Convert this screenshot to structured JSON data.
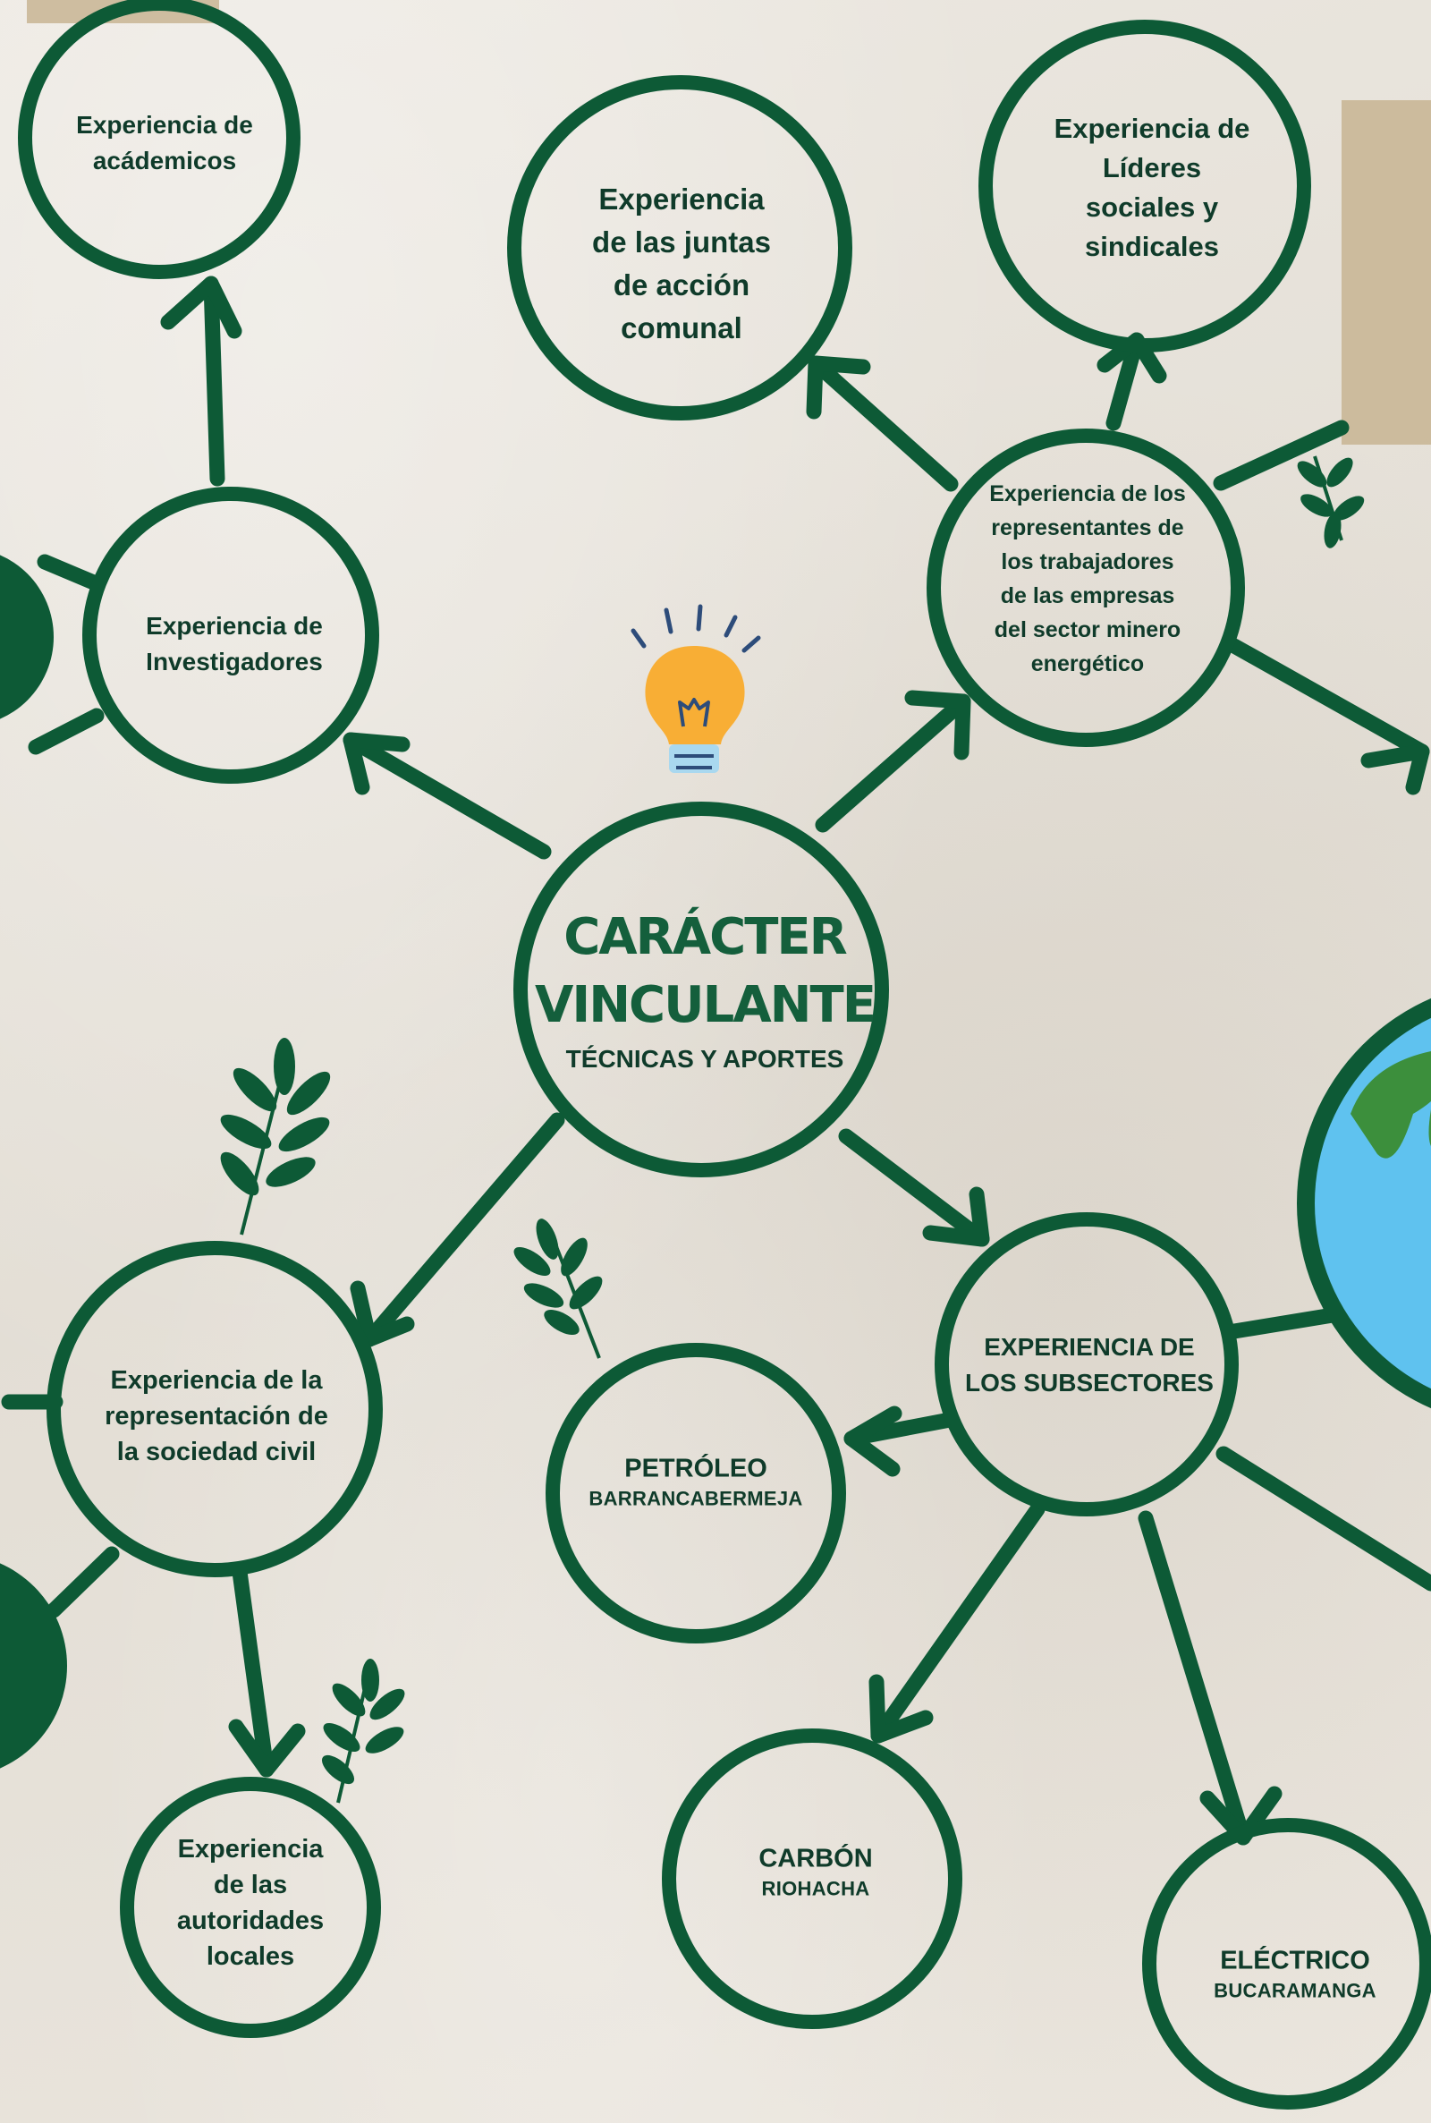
{
  "colors": {
    "green": "#0d5a36",
    "paper": "#e9e4dc",
    "bulb": "#f8ae35",
    "earth_water": "#5fc2ef",
    "earth_land": "#3c8f3c",
    "tape": "#c4b08c",
    "text": "#0f3b2a"
  },
  "center": {
    "title_line1": "CARÁCTER",
    "title_line2": "VINCULANTE",
    "subtitle": "TÉCNICAS Y APORTES",
    "icon": "lightbulb-icon"
  },
  "nodes": {
    "academicos": "Experiencia de\nacádemicos",
    "juntas": "Experiencia\nde las juntas\nde acción\ncomunal",
    "lideres": "Experiencia de\nLíderes\nsociales y\nsindicales",
    "investigadores": "Experiencia de\nInvestigadores",
    "trabajadores": "Experiencia de los\nrepresentantes de\nlos trabajadores\nde las empresas\ndel sector minero\nenergético",
    "sociedad_civil": "Experiencia de la\nrepresentación de\nla sociedad civil",
    "autoridades": "Experiencia\nde las\nautoridades\nlocales",
    "subsectores": "EXPERIENCIA DE\nLOS SUBSECTORES",
    "petroleo": {
      "title": "PETRÓLEO",
      "place": "BARRANCABERMEJA"
    },
    "carbon": {
      "title": "CARBÓN",
      "place": "RIOHACHA"
    },
    "electrico": {
      "title": "ELÉCTRICO",
      "place": "BUCARAMANGA"
    }
  },
  "decorations": [
    "leaf-icon",
    "earth-icon",
    "tape"
  ]
}
